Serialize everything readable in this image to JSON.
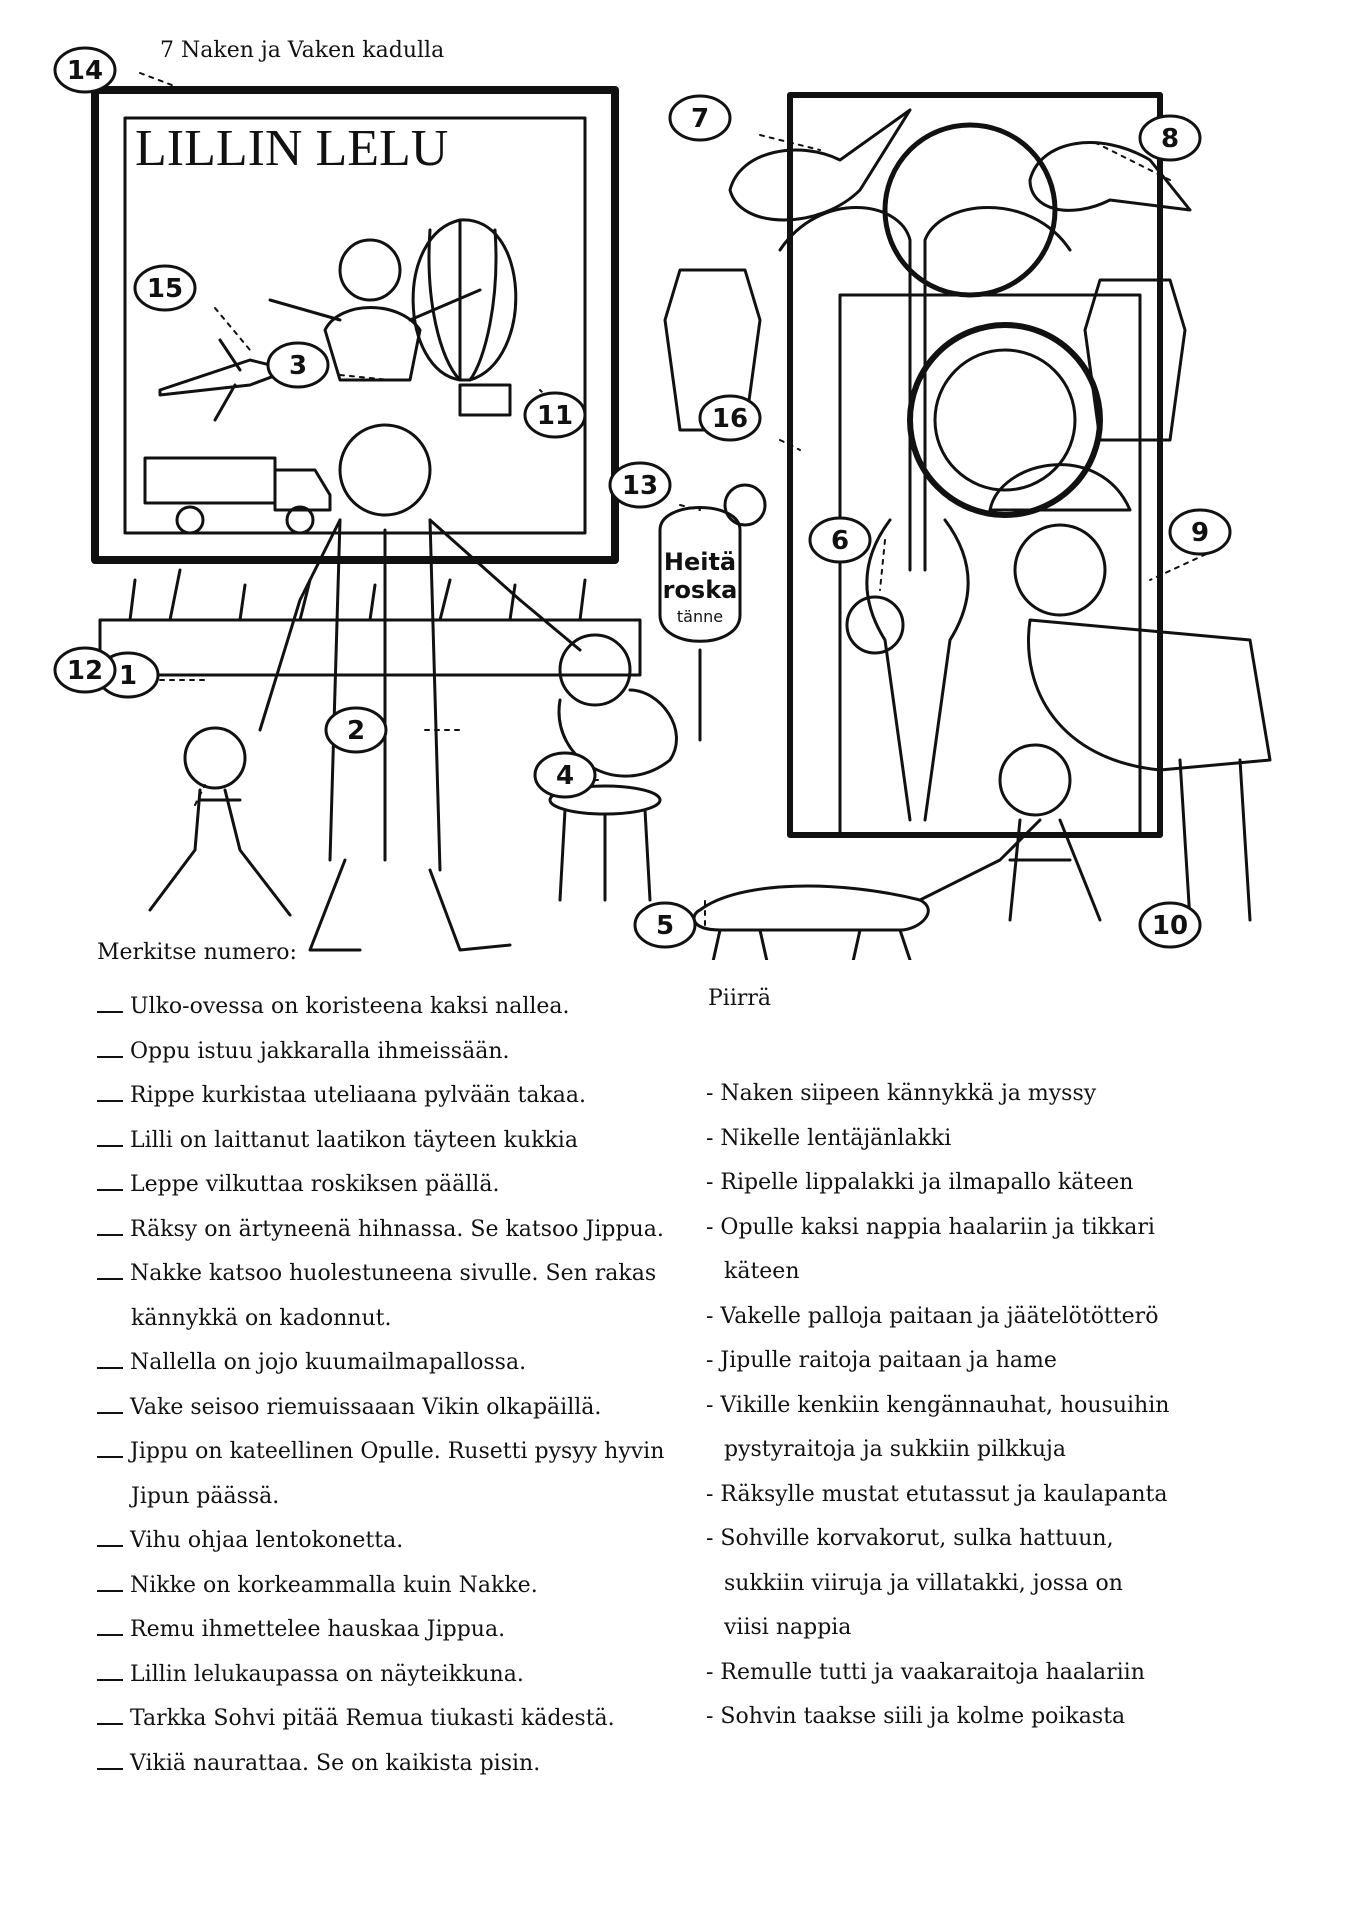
{
  "title": "7 Naken ja Vaken kadulla",
  "illustration": {
    "shop_sign": "LILLIN LELU",
    "trash_can_lines": [
      "Heitä",
      "roska",
      "tänne"
    ],
    "callout_numbers": [
      "1",
      "2",
      "3",
      "4",
      "5",
      "6",
      "7",
      "8",
      "9",
      "10",
      "11",
      "12",
      "13",
      "14",
      "15",
      "16"
    ]
  },
  "instruction": "Merkitse numero:",
  "statements": [
    {
      "text": "Ulko-ovessa on koristeena kaksi nallea."
    },
    {
      "text": "Oppu istuu jakkaralla ihmeissään."
    },
    {
      "text": "Rippe kurkistaa  uteliaana pylvään takaa."
    },
    {
      "text": "Lilli on laittanut laatikon täyteen kukkia"
    },
    {
      "text": "Leppe vilkuttaa roskiksen päällä."
    },
    {
      "text": "Räksy on  ärtyneenä hihnassa.  Se katsoo Jippua."
    },
    {
      "text": "Nakke katsoo huolestuneena sivulle. Sen rakas",
      "cont": "kännykkä on kadonnut."
    },
    {
      "text": "Nallella on jojo kuumailmapallossa."
    },
    {
      "text": "Vake seisoo riemuissaaan Vikin olkapäillä."
    },
    {
      "text": "Jippu on kateellinen Opulle.  Rusetti pysyy hyvin",
      "cont": "Jipun päässä."
    },
    {
      "text": "Vihu ohjaa lentokonetta."
    },
    {
      "text": "Nikke on korkeammalla kuin Nakke."
    },
    {
      "text": "Remu ihmettelee hauskaa Jippua."
    },
    {
      "text": "Lillin lelukaupassa on näyteikkuna."
    },
    {
      "text": "Tarkka Sohvi pitää Remua tiukasti kädestä."
    },
    {
      "text": "Vikiä naurattaa.  Se on kaikista pisin."
    }
  ],
  "draw": {
    "title": "Piirrä",
    "items": [
      {
        "lines": [
          "- Naken siipeen kännykkä ja myssy"
        ]
      },
      {
        "lines": [
          "- Nikelle lentäjänlakki"
        ]
      },
      {
        "lines": [
          "- Ripelle lippalakki ja ilmapallo käteen"
        ]
      },
      {
        "lines": [
          "- Opulle kaksi nappia haalariin ja tikkari",
          "käteen"
        ]
      },
      {
        "lines": [
          "- Vakelle palloja paitaan ja jäätelötötterö"
        ]
      },
      {
        "lines": [
          "- Jipulle raitoja paitaan ja hame"
        ]
      },
      {
        "lines": [
          "- Vikille kenkiin kengännauhat, housuihin",
          "pystyraitoja ja sukkiin pilkkuja"
        ]
      },
      {
        "lines": [
          "- Räksylle mustat etutassut ja kaulapanta"
        ]
      },
      {
        "lines": [
          "- Sohville korvakorut, sulka hattuun,",
          "sukkiin viiruja ja villatakki, jossa on",
          "viisi nappia"
        ]
      },
      {
        "lines": [
          "- Remulle tutti ja vaakaraitoja haalariin"
        ]
      },
      {
        "lines": [
          "- Sohvin taakse siili ja kolme poikasta"
        ]
      }
    ]
  }
}
